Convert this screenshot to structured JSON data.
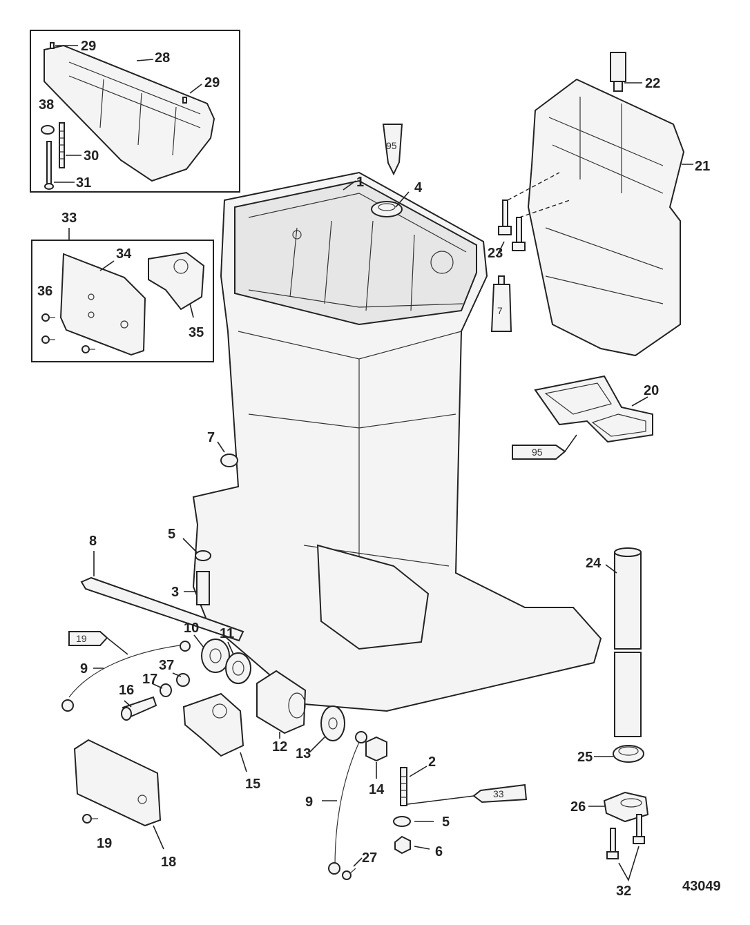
{
  "diagram_number": "43049",
  "callouts": [
    {
      "id": "c1",
      "text": "1"
    },
    {
      "id": "c2",
      "text": "2"
    },
    {
      "id": "c3",
      "text": "3"
    },
    {
      "id": "c4",
      "text": "4"
    },
    {
      "id": "c5a",
      "text": "5"
    },
    {
      "id": "c5b",
      "text": "5"
    },
    {
      "id": "c6",
      "text": "6"
    },
    {
      "id": "c7",
      "text": "7"
    },
    {
      "id": "c8",
      "text": "8"
    },
    {
      "id": "c9a",
      "text": "9"
    },
    {
      "id": "c9b",
      "text": "9"
    },
    {
      "id": "c10",
      "text": "10"
    },
    {
      "id": "c11",
      "text": "11"
    },
    {
      "id": "c12",
      "text": "12"
    },
    {
      "id": "c13",
      "text": "13"
    },
    {
      "id": "c14",
      "text": "14"
    },
    {
      "id": "c15",
      "text": "15"
    },
    {
      "id": "c16",
      "text": "16"
    },
    {
      "id": "c17",
      "text": "17"
    },
    {
      "id": "c18",
      "text": "18"
    },
    {
      "id": "c19",
      "text": "19"
    },
    {
      "id": "c20",
      "text": "20"
    },
    {
      "id": "c21",
      "text": "21"
    },
    {
      "id": "c22",
      "text": "22"
    },
    {
      "id": "c23",
      "text": "23"
    },
    {
      "id": "c24",
      "text": "24"
    },
    {
      "id": "c25",
      "text": "25"
    },
    {
      "id": "c26",
      "text": "26"
    },
    {
      "id": "c27",
      "text": "27"
    },
    {
      "id": "c28",
      "text": "28"
    },
    {
      "id": "c29a",
      "text": "29"
    },
    {
      "id": "c29b",
      "text": "29"
    },
    {
      "id": "c30",
      "text": "30"
    },
    {
      "id": "c31",
      "text": "31"
    },
    {
      "id": "c32",
      "text": "32"
    },
    {
      "id": "c33",
      "text": "33"
    },
    {
      "id": "c34",
      "text": "34"
    },
    {
      "id": "c35",
      "text": "35"
    },
    {
      "id": "c36",
      "text": "36"
    },
    {
      "id": "c37",
      "text": "37"
    },
    {
      "id": "c38",
      "text": "38"
    }
  ],
  "sealant_tubes": {
    "t95a": "95",
    "t95b": "95",
    "t7": "7",
    "t19": "19",
    "t33": "33"
  }
}
